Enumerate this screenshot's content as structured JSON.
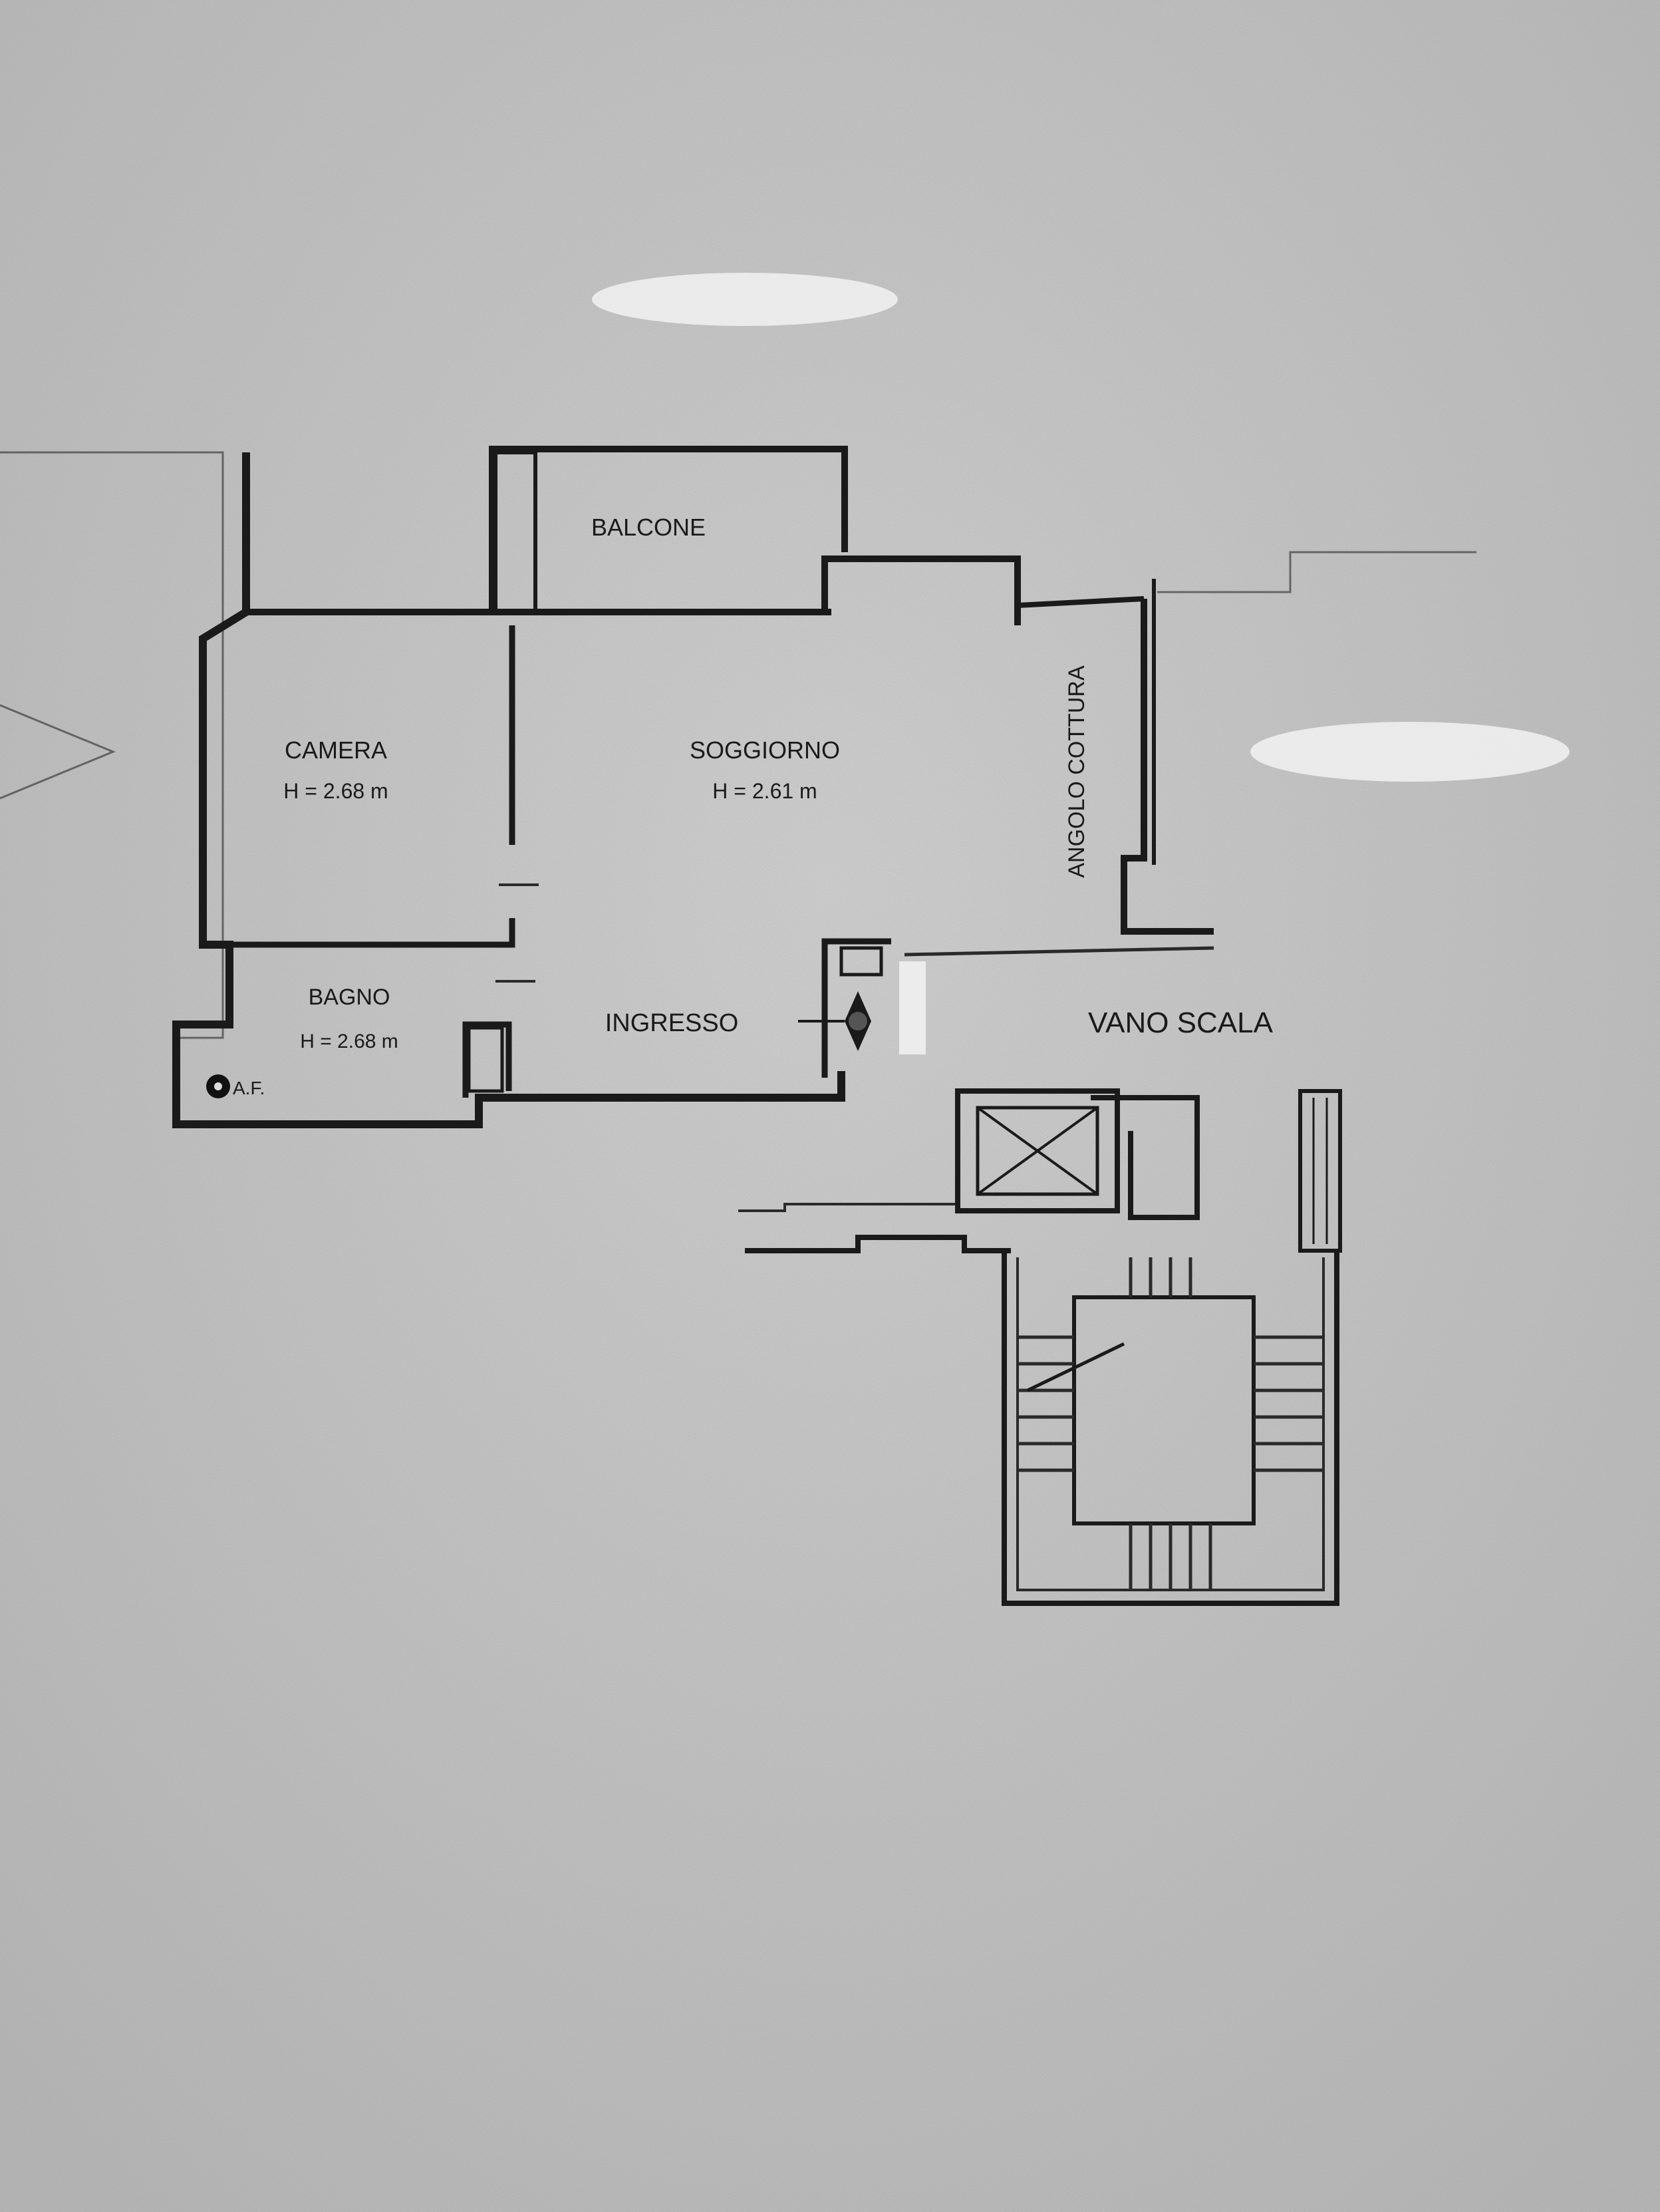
{
  "rooms": {
    "balcone": {
      "name": "BALCONE"
    },
    "camera": {
      "name": "CAMERA",
      "height": "H = 2.68 m"
    },
    "soggiorno": {
      "name": "SOGGIORNO",
      "height": "H = 2.61 m"
    },
    "angolo_cottura": {
      "name": "ANGOLO COTTURA"
    },
    "bagno": {
      "name": "BAGNO",
      "height": "H = 2.68 m"
    },
    "ingresso": {
      "name": "INGRESSO"
    },
    "vano_scala": {
      "name": "VANO SCALA"
    }
  },
  "symbols": {
    "af_label": "A.F."
  },
  "colors": {
    "paper": "#cfcfcf",
    "ink": "#1a1a1a",
    "shade": "#b8b8b8"
  }
}
